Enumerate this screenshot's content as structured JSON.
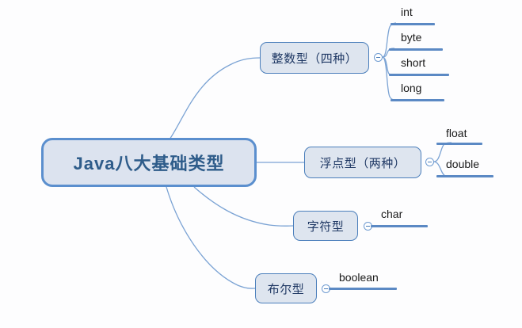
{
  "diagram": {
    "type": "mind-map",
    "background_color": "#fdfdfe",
    "root": {
      "label": "Java八大基础类型",
      "fill_color": "#dce3ef",
      "border_color": "#5b8fce",
      "text_color": "#2e5c8a"
    },
    "branch_style": {
      "fill_color": "#dee5ef",
      "border_color": "#4a7ebb",
      "text_color": "#1f3864"
    },
    "connector_color": "#7ba3d4",
    "leaf_bar_color": "#5b89c4",
    "branches": [
      {
        "label": "整数型（四种）",
        "toggle": "collapse-minus",
        "leaves": [
          "int",
          "byte",
          "short",
          "long"
        ]
      },
      {
        "label": "浮点型（两种）",
        "toggle": "collapse-minus",
        "leaves": [
          "float",
          "double"
        ]
      },
      {
        "label": "字符型",
        "toggle": "collapse-minus",
        "leaves": [
          "char"
        ]
      },
      {
        "label": "布尔型",
        "toggle": "collapse-minus",
        "leaves": [
          "boolean"
        ]
      }
    ]
  }
}
